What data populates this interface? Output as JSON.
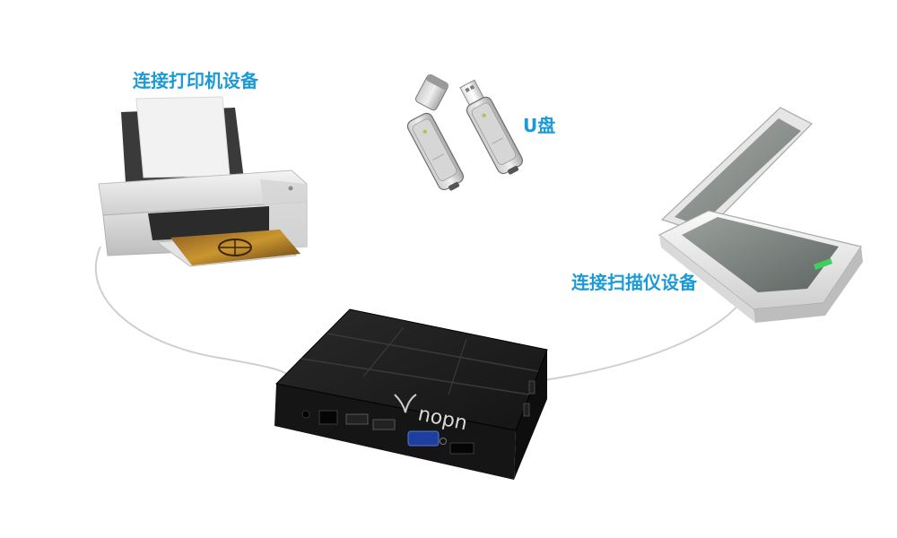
{
  "labels": {
    "printer": "连接打印机设备",
    "usb": "U盘",
    "scanner": "连接扫描仪设备"
  },
  "device": {
    "brand_logo": "nopn"
  },
  "colors": {
    "label_text": "#1a9ad6",
    "cable": "#cfcfcf",
    "device_body": "#1b1b1b",
    "background": "#ffffff"
  },
  "icons": {
    "printer": "printer-icon",
    "usb": "usb-drive-icon",
    "scanner": "flatbed-scanner-icon",
    "thin_client": "mini-pc-icon"
  }
}
